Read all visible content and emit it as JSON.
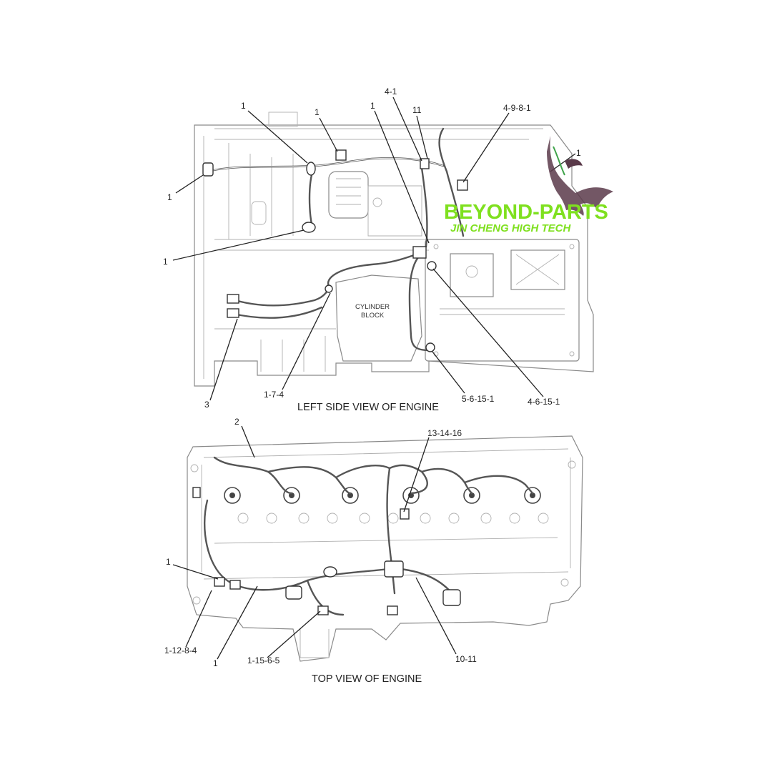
{
  "views": {
    "left_side": {
      "title": "LEFT SIDE VIEW OF ENGINE",
      "block_label": [
        "CYLINDER",
        "BLOCK"
      ],
      "callouts": [
        "4-1",
        "1",
        "1",
        "1",
        "11",
        "4-9-8-1",
        "1",
        "1",
        "1",
        "1-7-4",
        "3",
        "5-6-15-1",
        "4-6-15-1"
      ]
    },
    "top": {
      "title": "TOP VIEW OF ENGINE",
      "callouts": [
        "2",
        "13-14-16",
        "1",
        "1-12-8-4",
        "1",
        "1-15-6-5",
        "10-11"
      ]
    }
  },
  "watermark": {
    "brand": "BEYOND-PARTS",
    "tagline": "JIN CHENG HIGH TECH",
    "icon": "eagle-icon",
    "color": "#7fe01f",
    "icon_color": "#5a3a4a"
  }
}
